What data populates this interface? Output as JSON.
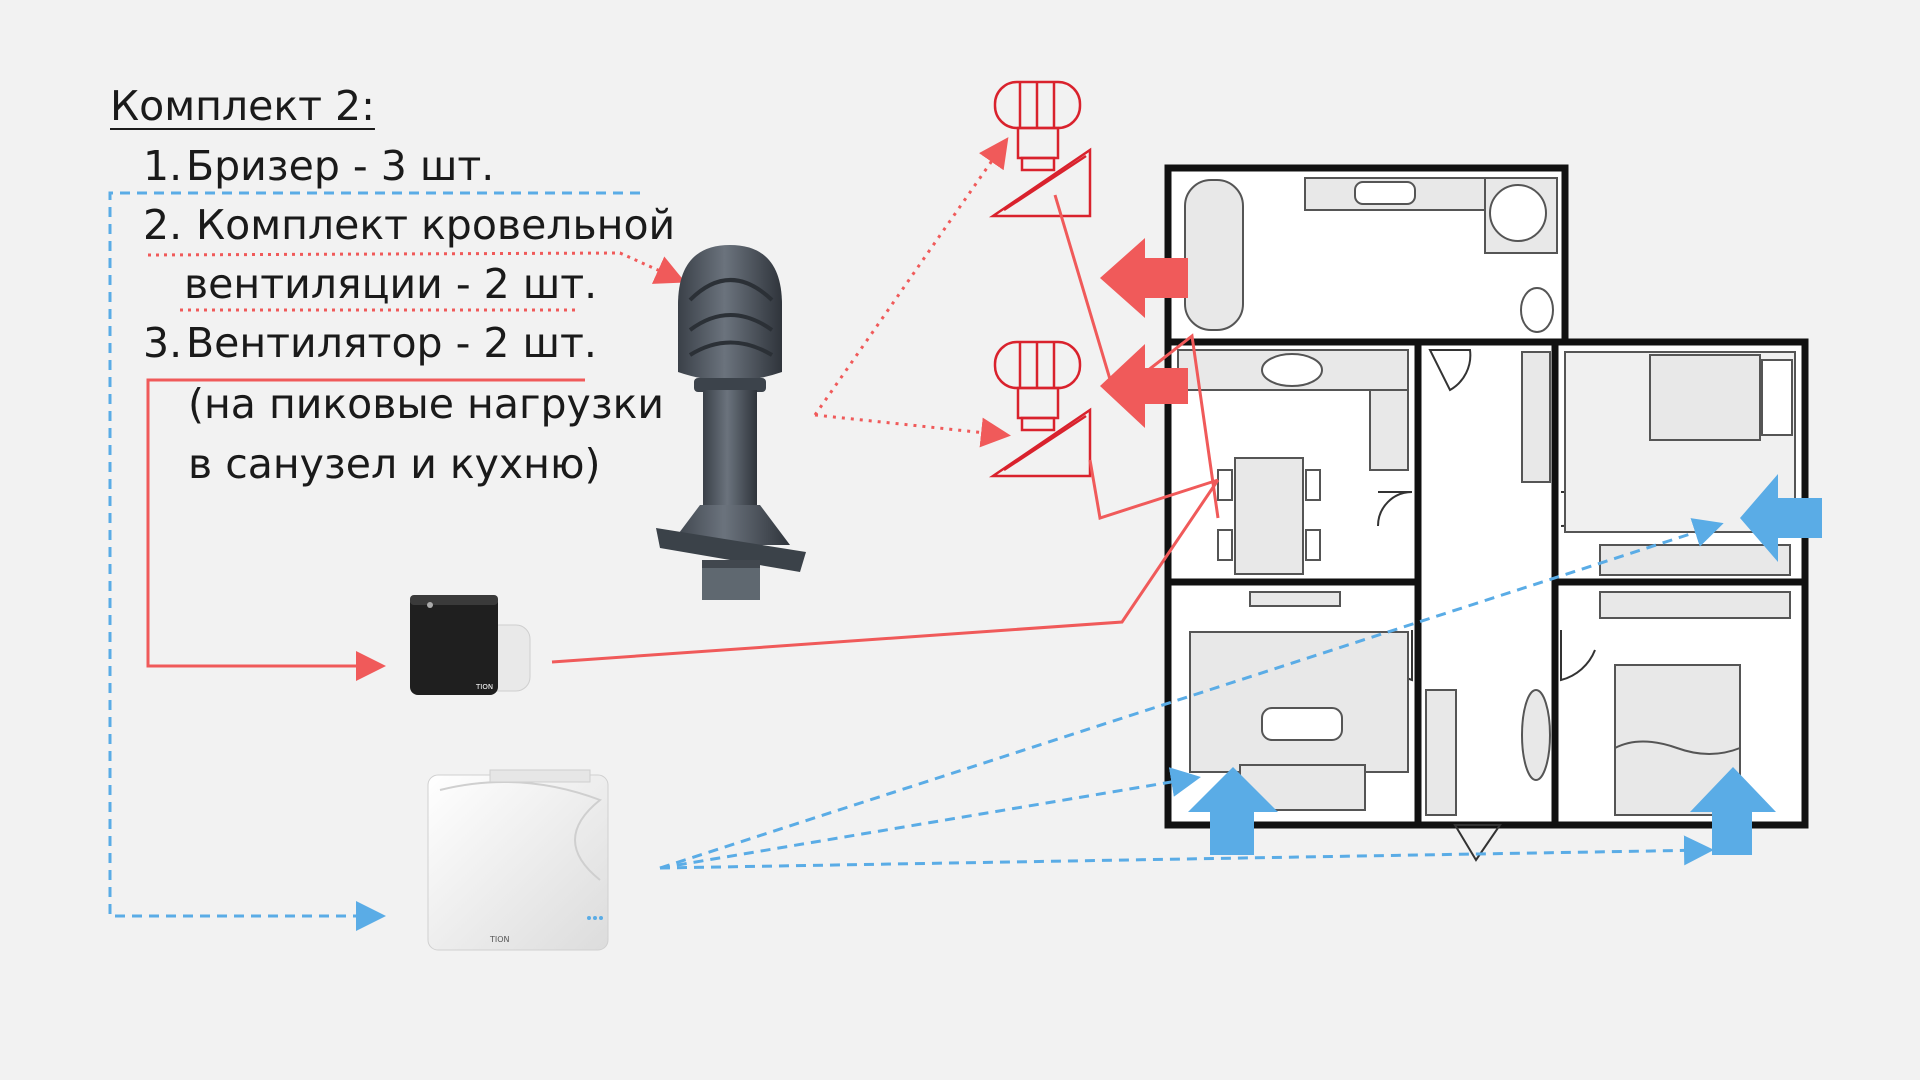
{
  "kit": {
    "title": "Комплект 2:",
    "items": [
      {
        "number": "1.",
        "text": "Бризер - 3 шт."
      },
      {
        "number": "2.",
        "text": "Комплект кровельной",
        "text_line2": "вентиляции - 2 шт."
      },
      {
        "number": "3.",
        "text": "Вентилятор - 2 шт.",
        "note_line1": "(на пиковые нагрузки",
        "note_line2": "в санузел и кухню)"
      }
    ]
  },
  "devices": {
    "roof_vent_icon": "roof-turbine-vent",
    "fan_icon": "exhaust-fan",
    "breather_icon": "breather-unit",
    "breather_logo": "TION",
    "fan_logo": "TION"
  },
  "colors": {
    "exhaust": "#f05a5a",
    "supply": "#5aace6",
    "text": "#1a1a1a",
    "background": "#f2f2f2"
  }
}
